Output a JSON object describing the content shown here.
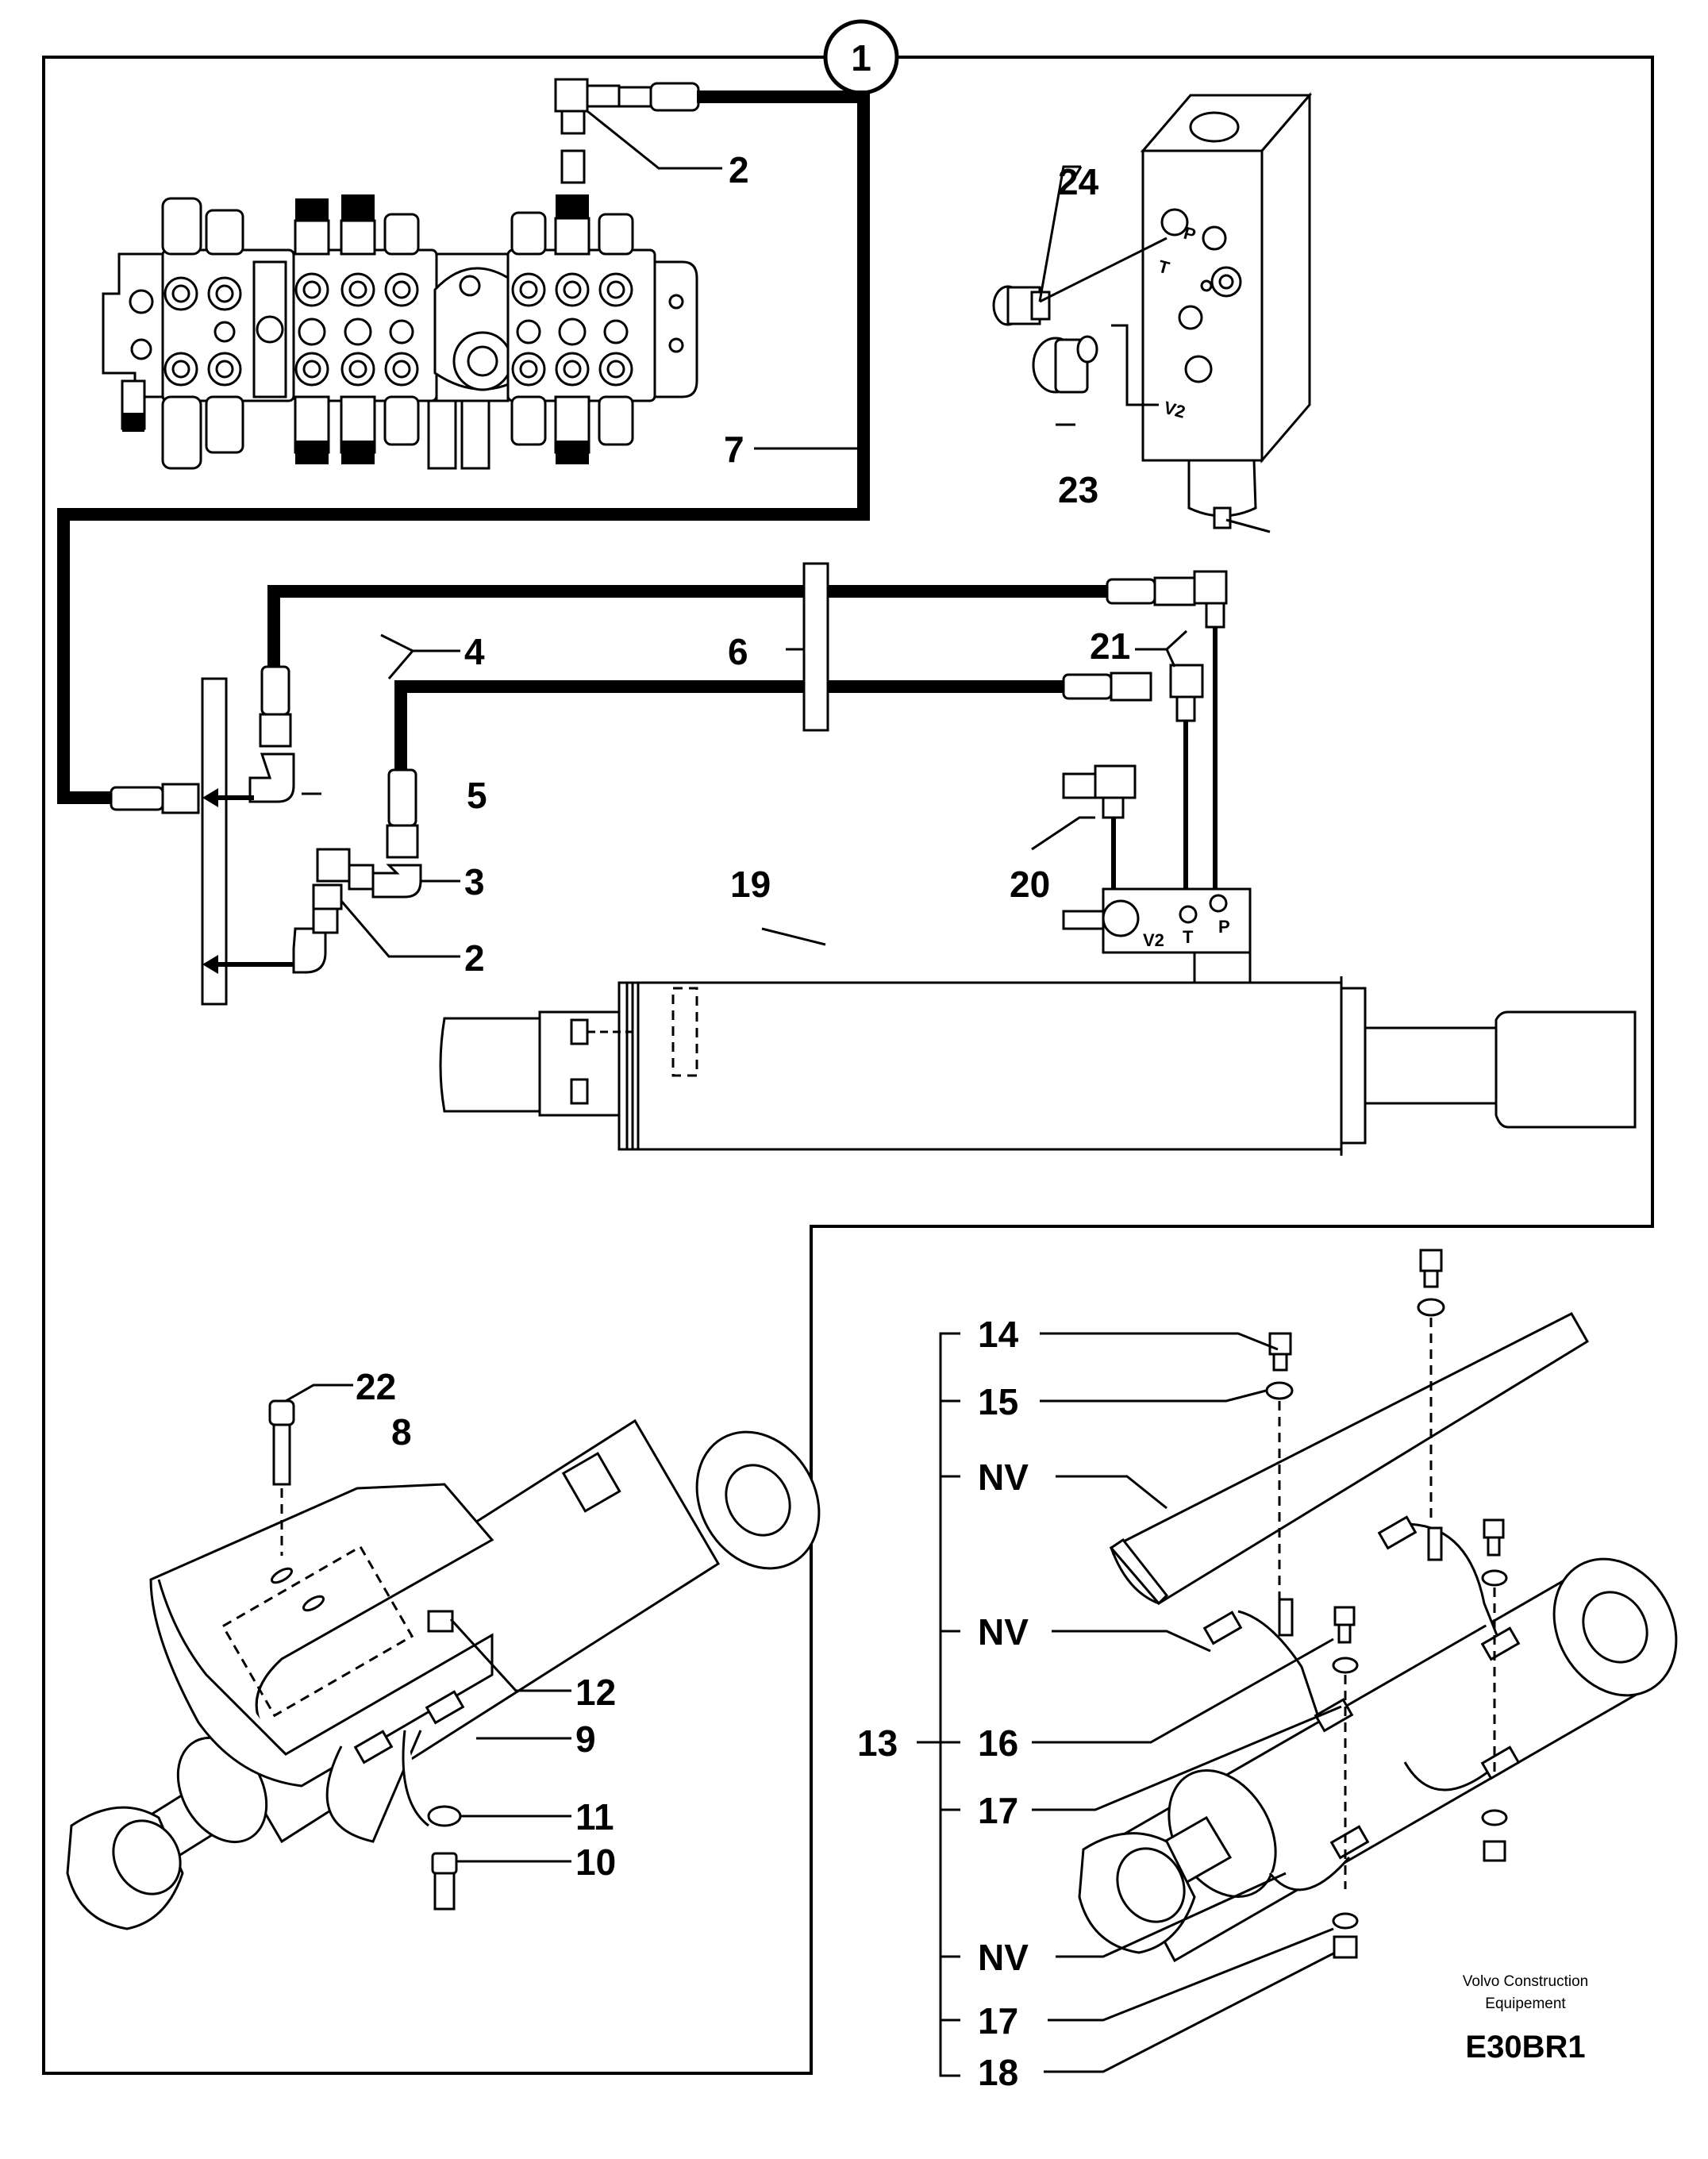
{
  "diagram_number": "1",
  "port_labels": {
    "p": "P",
    "t": "T",
    "v2": "V2"
  },
  "callouts": {
    "c2_top": "2",
    "c2_bottom": "2",
    "c3": "3",
    "c4": "4",
    "c5": "5",
    "c6": "6",
    "c7": "7",
    "c8": "8",
    "c9": "9",
    "c10": "10",
    "c11": "11",
    "c12": "12",
    "c13": "13",
    "c14": "14",
    "c15": "15",
    "c16": "16",
    "c17_a": "17",
    "c17_b": "17",
    "c18": "18",
    "c19": "19",
    "c20": "20",
    "c21": "21",
    "c22": "22",
    "c23": "23",
    "c24": "24",
    "nv_1": "NV",
    "nv_2": "NV",
    "nv_3": "NV"
  },
  "credit": {
    "line1": "Volvo Construction",
    "line2": "Equipement",
    "code": "E30BR1"
  }
}
